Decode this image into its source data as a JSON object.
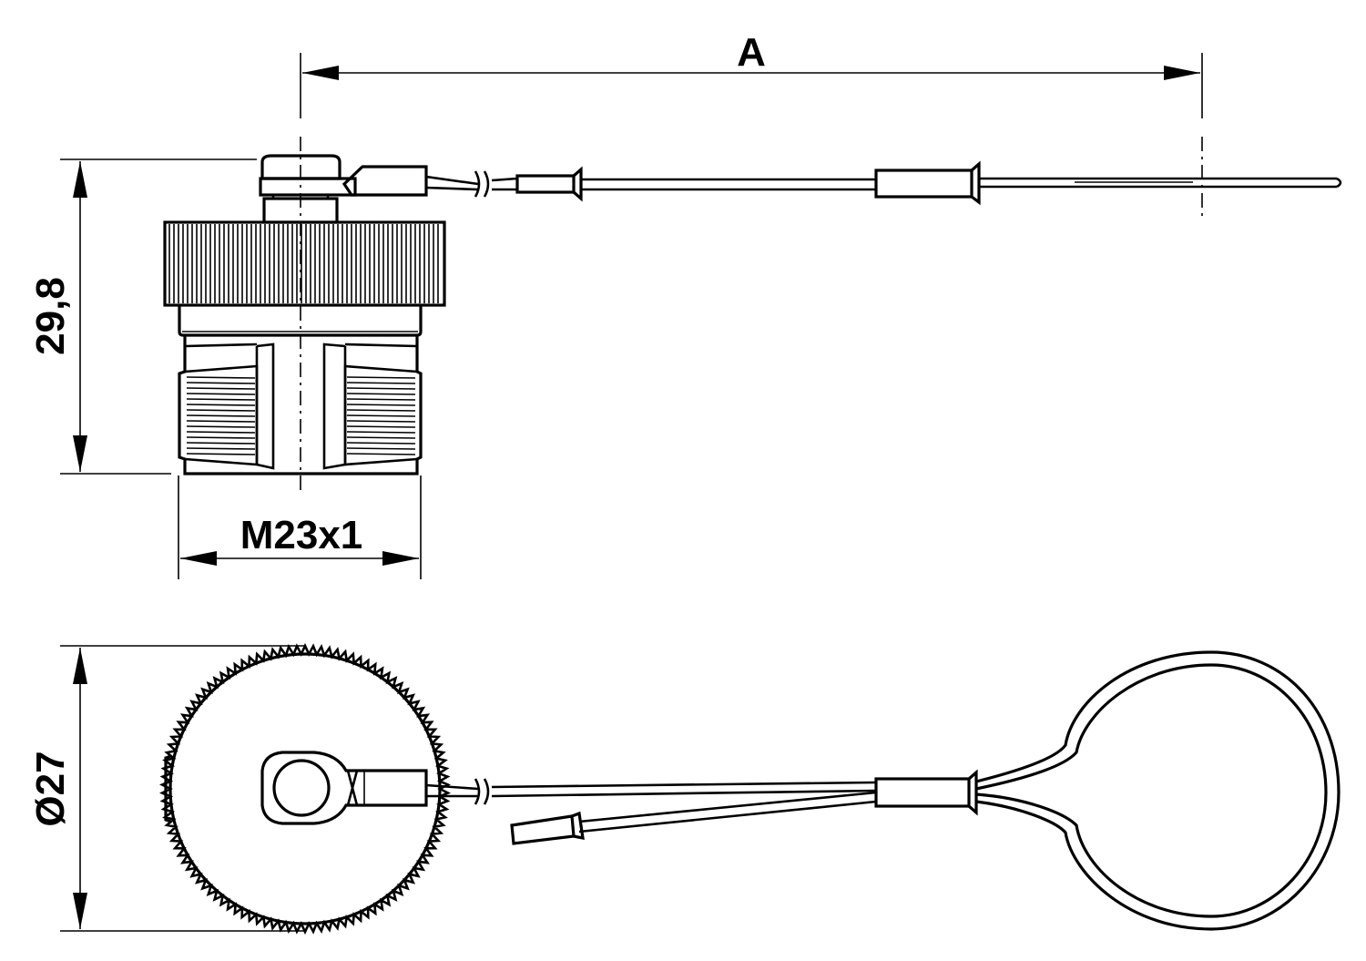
{
  "drawing": {
    "dimensions": {
      "length": "A",
      "height": "29,8",
      "thread": "M23x1",
      "diameter": "Ø27"
    },
    "colors": {
      "line": "#000000",
      "background": "#ffffff"
    }
  }
}
